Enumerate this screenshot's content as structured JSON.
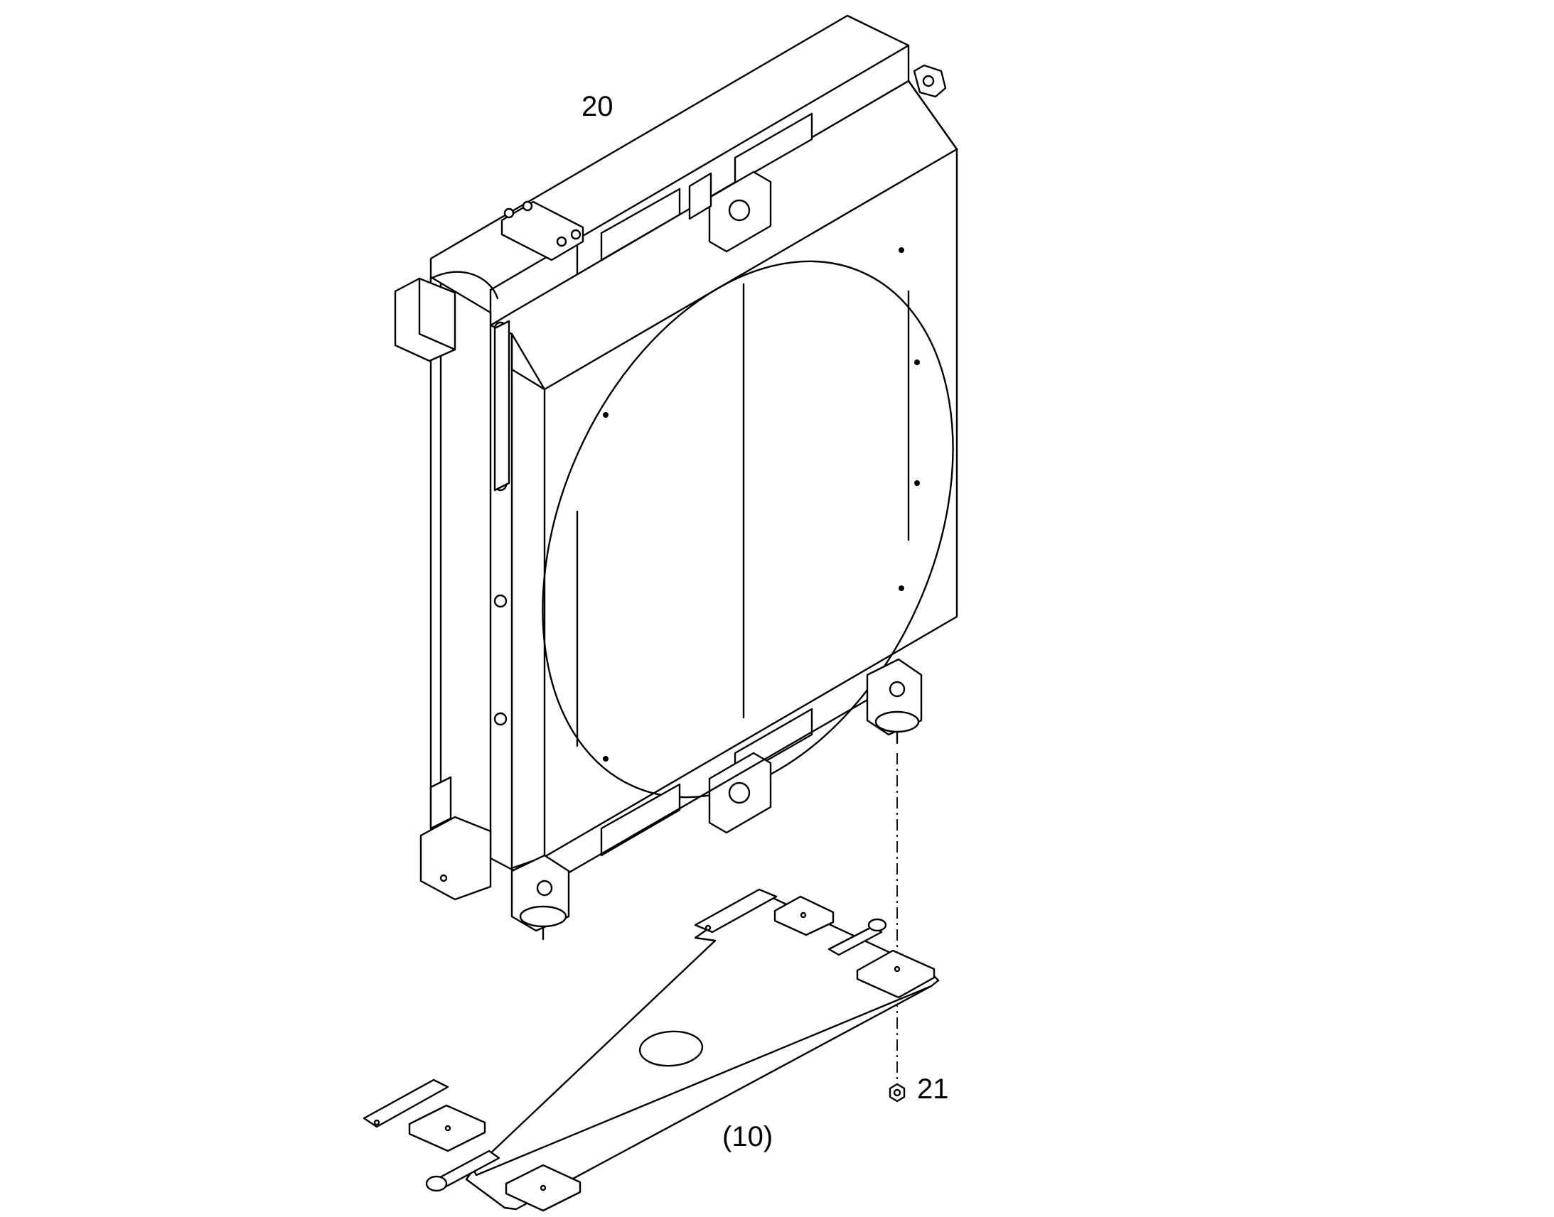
{
  "callouts": {
    "radiator_assembly": "20",
    "nut": "21",
    "base_plate": "(10)"
  },
  "colors": {
    "line": "#000000",
    "background": "#ffffff"
  }
}
